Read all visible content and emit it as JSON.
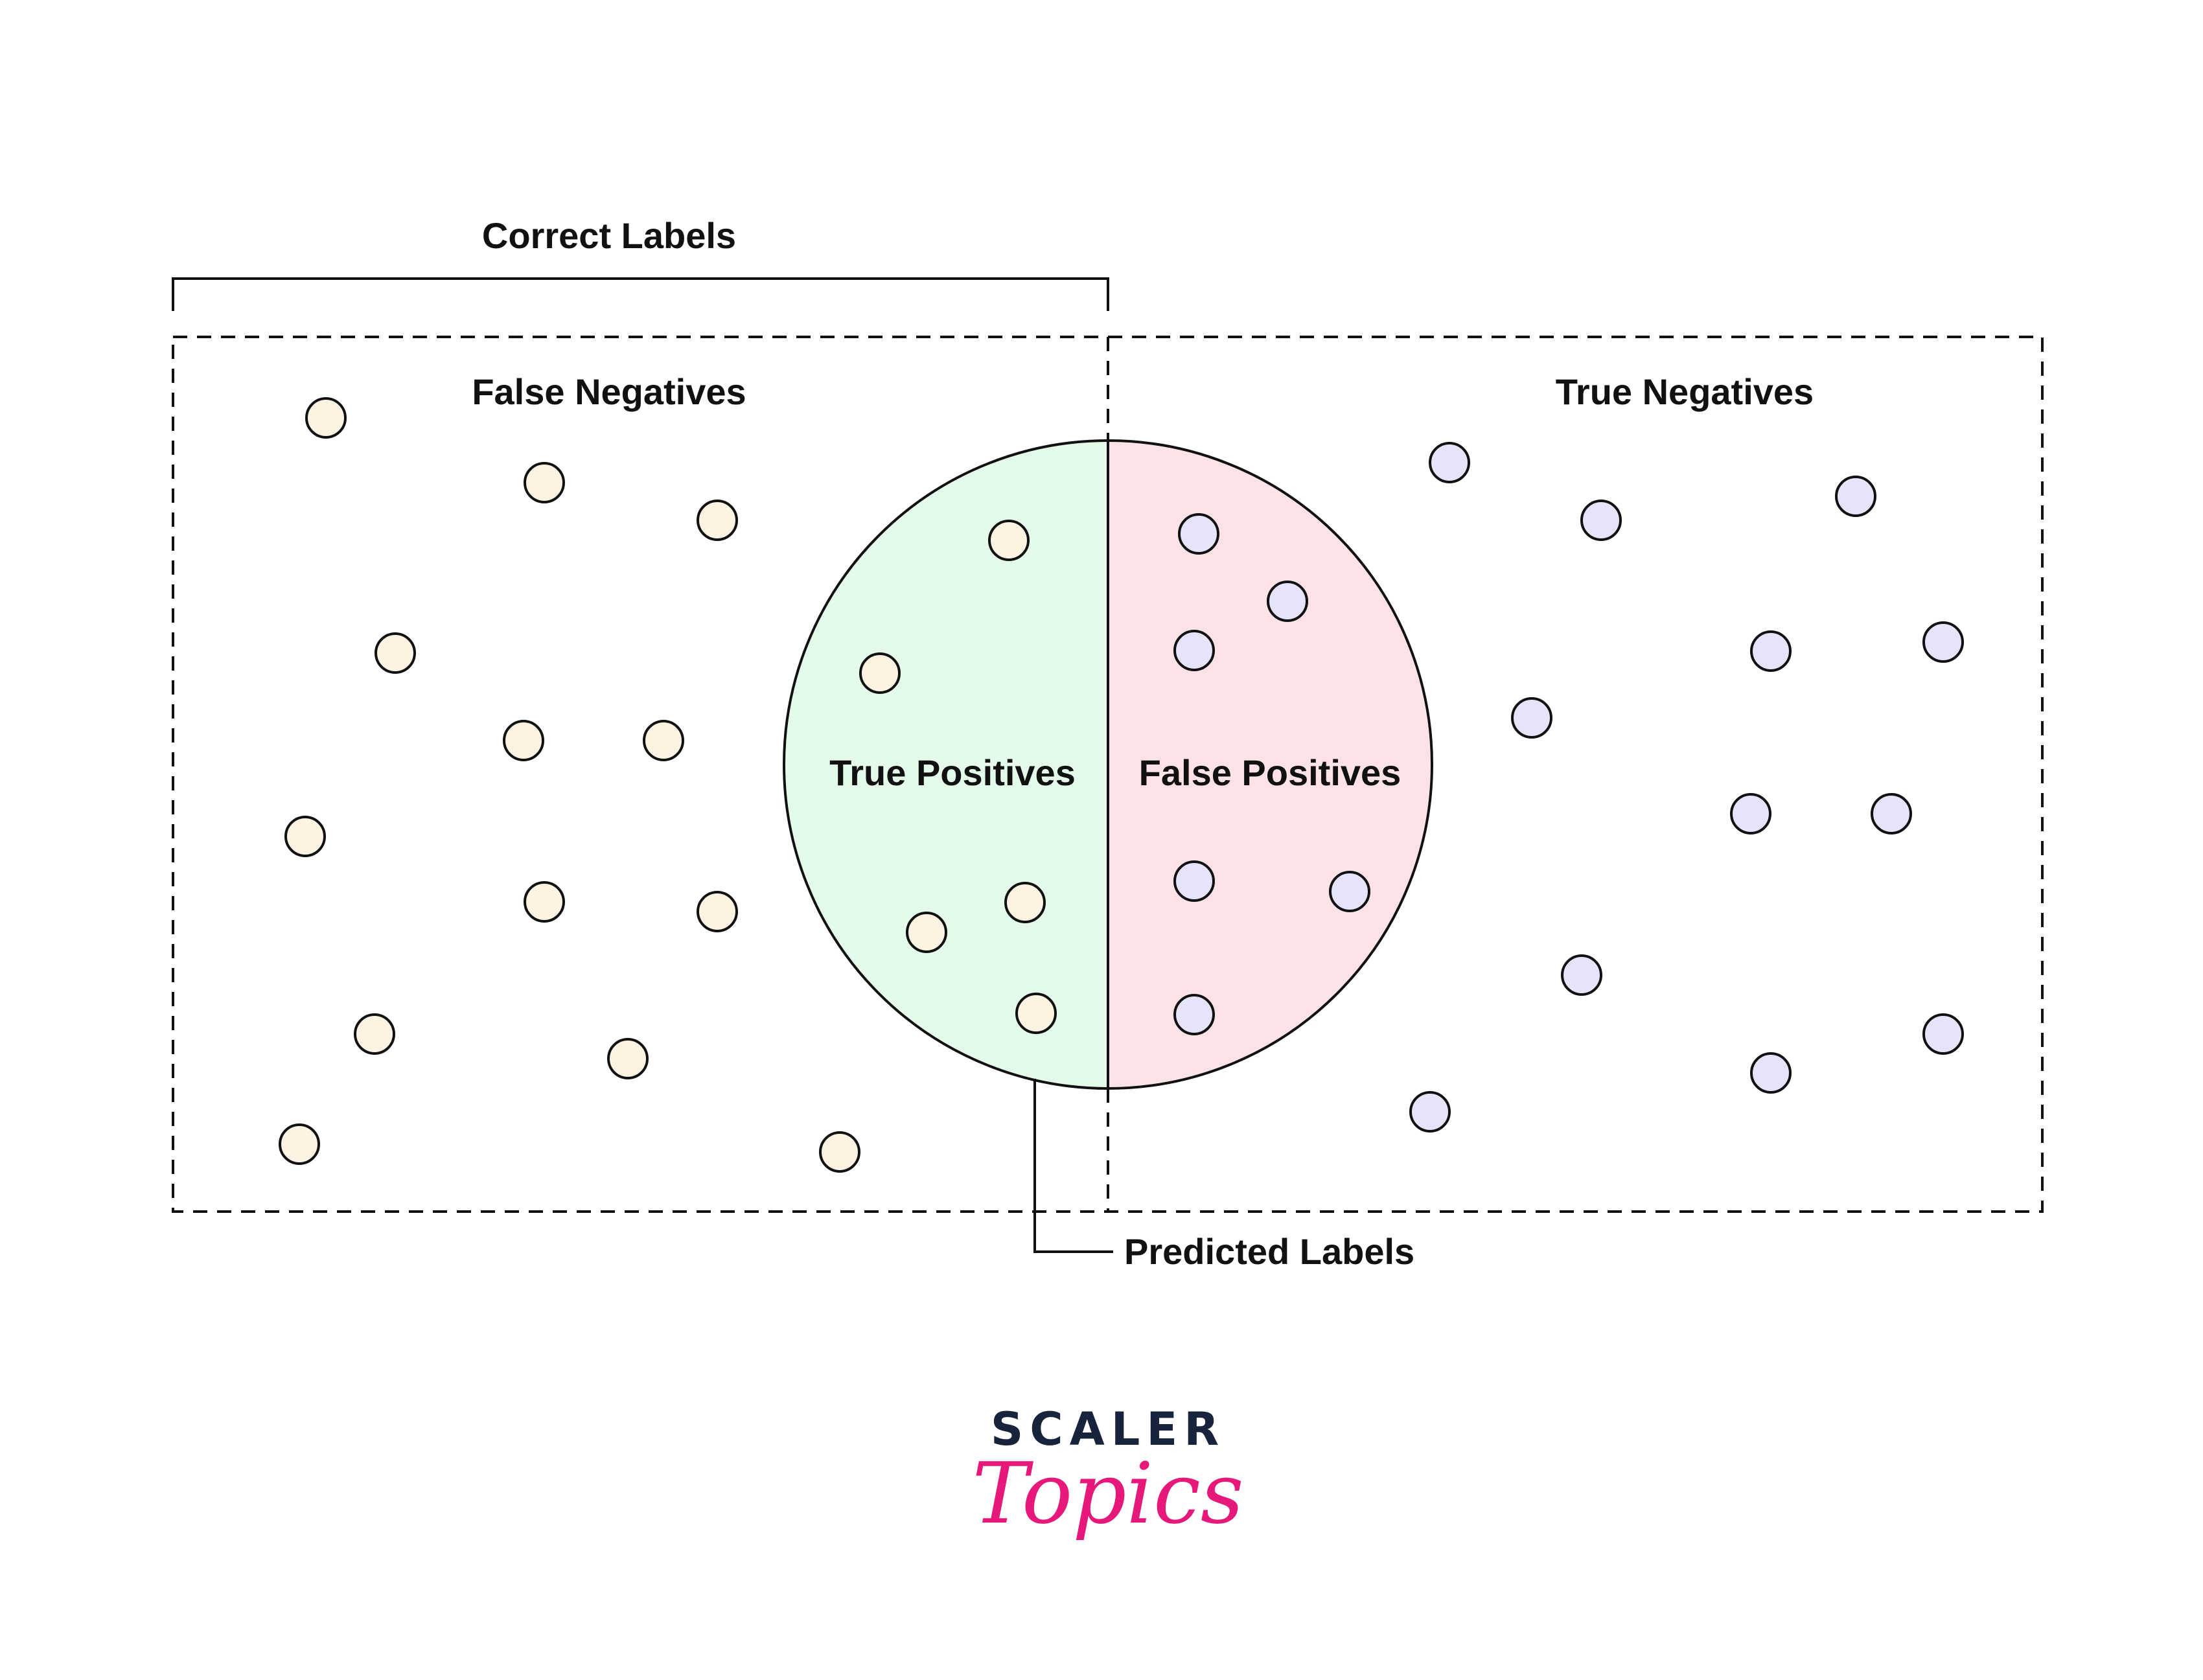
{
  "labels": {
    "correct": "Correct Labels",
    "predicted": "Predicted Labels",
    "false_negatives": "False Negatives",
    "true_negatives": "True Negatives",
    "true_positives": "True Positives",
    "false_positives": "False Positives"
  },
  "logo": {
    "line1": "SCALER",
    "line2": "Topics",
    "color_dark": "#18243c",
    "color_accent": "#e6187a"
  },
  "colors": {
    "fn_dot": "#fdf3e3",
    "tn_dot": "#e5e4fa",
    "tp_region": "#e4fbea",
    "fp_region": "#fde3e8"
  }
}
